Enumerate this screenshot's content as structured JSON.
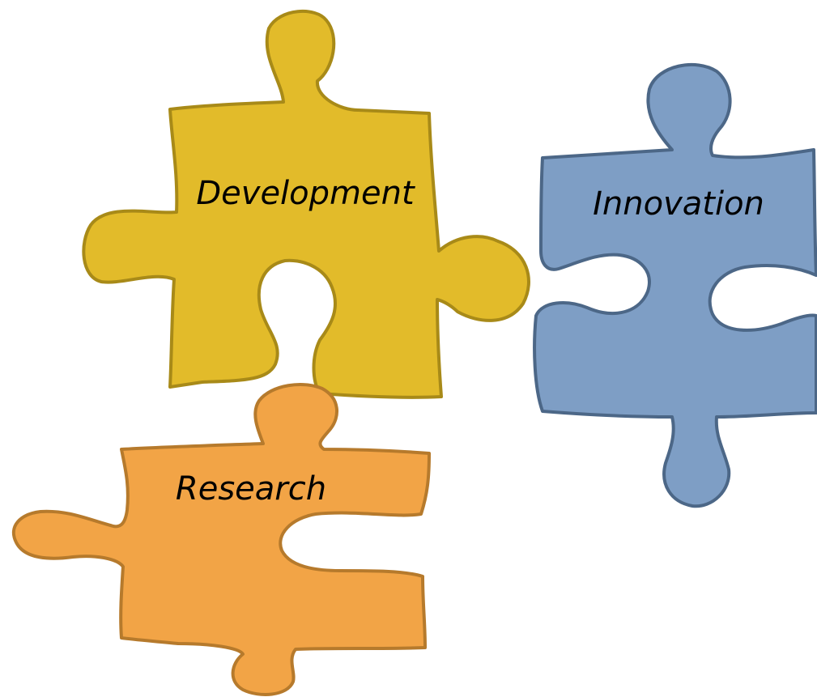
{
  "pieces": [
    {
      "id": "development",
      "label": "Development",
      "fill": "#E2BB2A",
      "stroke": "#A88A18"
    },
    {
      "id": "innovation",
      "label": "Innovation",
      "fill": "#7E9EC5",
      "stroke": "#4C6787"
    },
    {
      "id": "research",
      "label": "Research",
      "fill": "#F2A446",
      "stroke": "#B67A2C"
    }
  ]
}
